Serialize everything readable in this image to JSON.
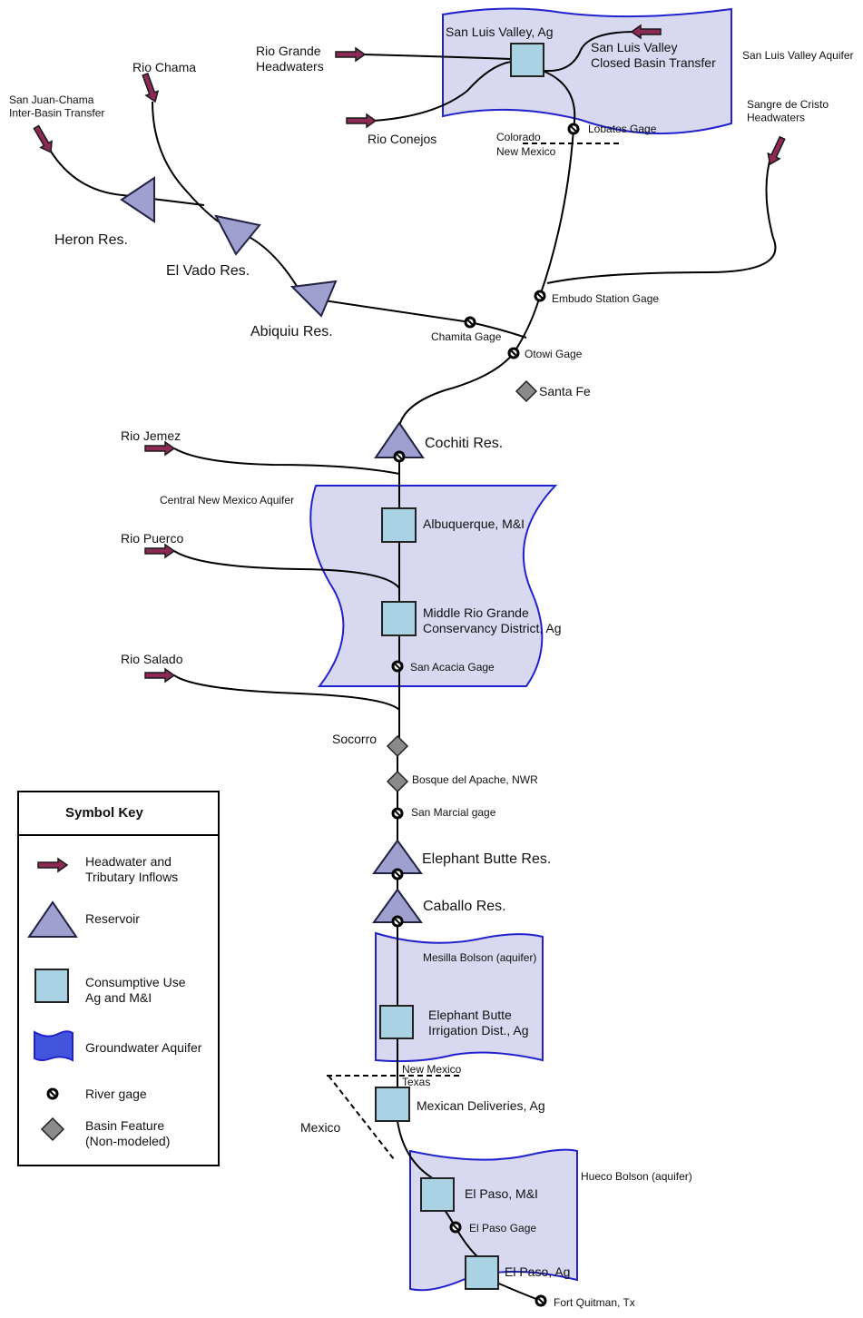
{
  "colors": {
    "aquifer_fill": "#d8d8f0",
    "aquifer_stroke": "#2222cc",
    "reservoir_fill": "#9fa0d0",
    "consumptive_fill": "#a9d3e4",
    "inflow_arrow": "#8c2a55",
    "basin_feature": "#8a8a8a"
  },
  "inflows": {
    "rio_grande_headwaters": "Rio Grande\nHeadwaters",
    "rio_chama": "Rio Chama",
    "san_juan_chama": "San Juan-Chama\nInter-Basin Transfer",
    "rio_conejos": "Rio Conejos",
    "sangre_de_cristo": "Sangre de Cristo\nHeadwaters",
    "rio_jemez": "Rio Jemez",
    "rio_puerco": "Rio Puerco",
    "rio_salado": "Rio Salado"
  },
  "aquifers": {
    "san_luis_valley": "San Luis Valley Aquifer",
    "central_nm": "Central New Mexico Aquifer",
    "mesilla": "Mesilla Bolson (aquifer)",
    "hueco": "Hueco Bolson (aquifer)"
  },
  "consumptive_uses": {
    "san_luis_valley_ag": "San Luis Valley, Ag",
    "closed_basin": "San Luis Valley\nClosed Basin Transfer",
    "albuquerque": "Albuquerque, M&I",
    "mrgcd": "Middle Rio Grande\nConservancy District, Ag",
    "ebid": "Elephant Butte\nIrrigation Dist., Ag",
    "mexican_deliveries": "Mexican Deliveries, Ag",
    "el_paso_mi": "El Paso, M&I",
    "el_paso_ag": "El Paso, Ag"
  },
  "reservoirs": {
    "heron": "Heron Res.",
    "el_vado": "El Vado Res.",
    "abiquiu": "Abiquiu Res.",
    "cochiti": "Cochiti Res.",
    "elephant_butte": "Elephant Butte Res.",
    "caballo": "Caballo Res."
  },
  "gages": {
    "lobatos": "Lobatos Gage",
    "embudo": "Embudo Station Gage",
    "chamita": "Chamita Gage",
    "otowi": "Otowi Gage",
    "san_acacia": "San Acacia Gage",
    "san_marcial": "San Marcial gage",
    "el_paso": "El Paso Gage",
    "fort_quitman": "Fort Quitman, Tx"
  },
  "features": {
    "santa_fe": "Santa Fe",
    "socorro": "Socorro",
    "bosque": "Bosque del Apache, NWR"
  },
  "borders": {
    "colorado": "Colorado",
    "new_mexico_north": "New Mexico",
    "new_mexico_south": "New Mexico",
    "texas": "Texas",
    "mexico": "Mexico"
  },
  "key": {
    "title": "Symbol Key",
    "inflows": "Headwater and\nTributary Inflows",
    "reservoir": "Reservoir",
    "consumptive": "Consumptive Use\nAg and M&I",
    "aquifer": "Groundwater Aquifer",
    "gage": "River gage",
    "feature": "Basin Feature\n(Non-modeled)"
  }
}
